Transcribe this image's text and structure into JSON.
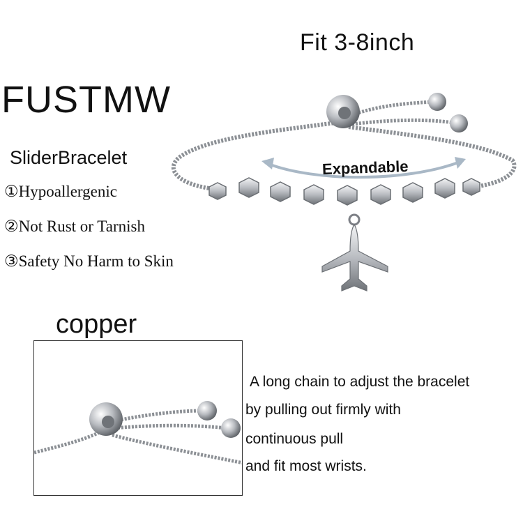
{
  "header": {
    "fit_text": "Fit 3-8inch",
    "brand": "FUSTMW"
  },
  "product": {
    "subtitle": "SliderBracelet",
    "features": [
      "①Hypoallergenic",
      "②Not Rust or Tarnish",
      "③Safety No Harm to Skin"
    ],
    "expandable_label": "Expandable",
    "charm_icon": "airplane-charm"
  },
  "material": {
    "label": "copper"
  },
  "description": {
    "lines": [
      "A long chain to adjust the bracelet",
      "by pulling out firmly with",
      "continuous pull",
      "and fit most wrists."
    ]
  },
  "colors": {
    "metal": "#c9cbcf",
    "metal_dark": "#7d8086",
    "arrow": "#a9b8c6"
  }
}
